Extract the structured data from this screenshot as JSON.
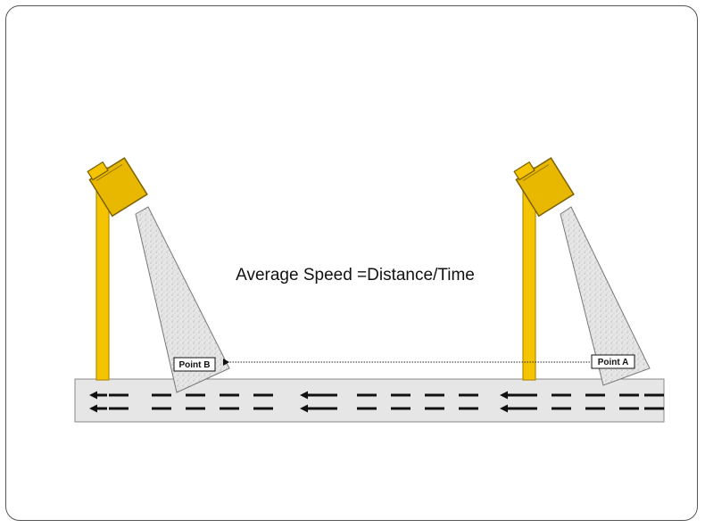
{
  "formula": "Average Speed =Distance/Time",
  "points": {
    "a": "Point A",
    "b": "Point B"
  },
  "colors": {
    "pole": "#F5C400",
    "camera": "#E8B800",
    "road": "#E6E6E6",
    "beam": "#E2E2E2",
    "arrow": "#111111"
  },
  "icons": {
    "camera": "speed-camera-icon",
    "lane_arrow": "left-arrow-icon"
  }
}
